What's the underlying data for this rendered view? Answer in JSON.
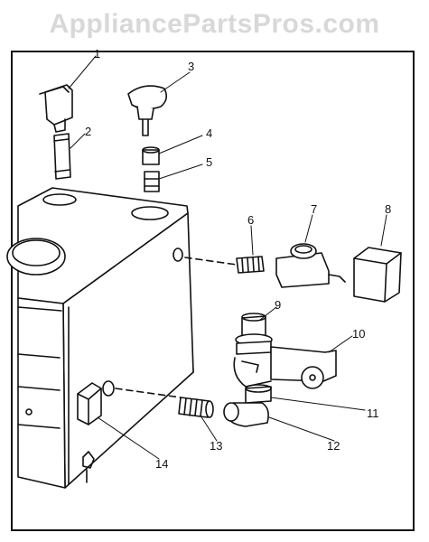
{
  "watermark": "AppliancePartsPros.com",
  "callouts": {
    "c1": "1",
    "c2": "2",
    "c3": "3",
    "c4": "4",
    "c5": "5",
    "c6": "6",
    "c7": "7",
    "c8": "8",
    "c9": "9",
    "c10": "10",
    "c11": "11",
    "c12": "12",
    "c13": "13",
    "c14": "14"
  },
  "colors": {
    "line": "#111111",
    "watermark": "#d8d8d8",
    "background": "#ffffff"
  }
}
